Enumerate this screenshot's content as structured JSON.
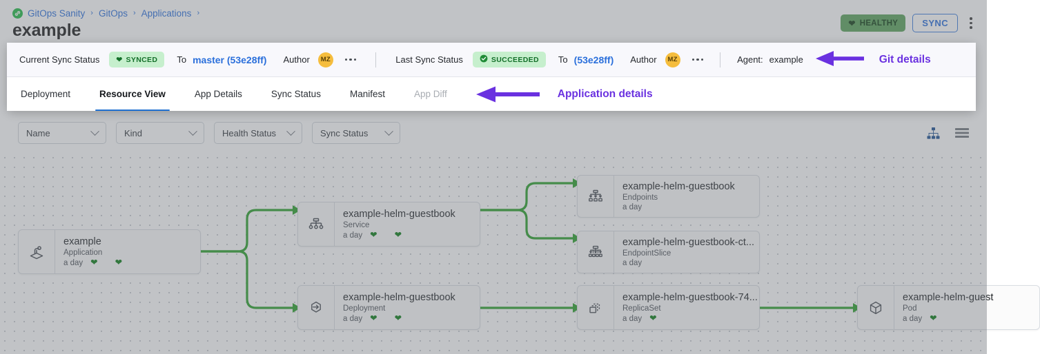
{
  "breadcrumb": {
    "logo_icon": "link-circle-icon",
    "items": [
      "GitOps Sanity",
      "GitOps",
      "Applications"
    ],
    "separator": "›",
    "trailing_separator": "›"
  },
  "page_title": "example",
  "top_actions": {
    "health_badge": {
      "label": "HEALTHY",
      "icon": "heart-icon",
      "bg": "#5ba35b",
      "fg": "#0d3b12"
    },
    "sync_button": {
      "label": "SYNC",
      "color": "#2a6fdb"
    },
    "menu_icon": "kebab-menu-icon"
  },
  "detail_card": {
    "summary": {
      "current_sync_status_label": "Current Sync Status",
      "current_sync_status_value": "SYNCED",
      "current_sync_status_icon": "heart-icon",
      "to_label_1": "To",
      "revision_1": "master (53e28ff)",
      "author_label_1": "Author",
      "author_initials_1": "MZ",
      "more_icon_1": "ellipsis-icon",
      "last_sync_status_label": "Last Sync Status",
      "last_sync_status_value": "SUCCEEDED",
      "last_sync_status_icon": "check-circle-icon",
      "to_label_2": "To",
      "revision_2": "(53e28ff)",
      "author_label_2": "Author",
      "author_initials_2": "MZ",
      "more_icon_2": "ellipsis-icon",
      "agent_label": "Agent:",
      "agent_value": "example",
      "annotation": "Git details"
    },
    "tabs": [
      {
        "label": "Deployment",
        "state": "normal"
      },
      {
        "label": "Resource View",
        "state": "active"
      },
      {
        "label": "App Details",
        "state": "normal"
      },
      {
        "label": "Sync Status",
        "state": "normal"
      },
      {
        "label": "Manifest",
        "state": "normal"
      },
      {
        "label": "App Diff",
        "state": "disabled"
      }
    ],
    "tabs_annotation": "Application details"
  },
  "filter_bar": {
    "filters": [
      {
        "label": "Name",
        "icon": "chevron-down-icon"
      },
      {
        "label": "Kind",
        "icon": "chevron-down-icon"
      },
      {
        "label": "Health Status",
        "icon": "chevron-down-icon"
      },
      {
        "label": "Sync Status",
        "icon": "chevron-down-icon"
      }
    ],
    "view_toggles": [
      {
        "name": "tree-view-icon",
        "active": true,
        "color": "#1b4f91"
      },
      {
        "name": "list-view-icon",
        "active": false,
        "color": "#73787f"
      }
    ]
  },
  "graph": {
    "edge_color": "#2aa02a",
    "nodes": [
      {
        "id": "application",
        "icon": "argo-application-icon",
        "title": "example",
        "kind": "Application",
        "age": "a day",
        "statuses": [
          "heart-icon",
          "heart-icon"
        ]
      },
      {
        "id": "service",
        "icon": "service-icon",
        "title": "example-helm-guestbook",
        "kind": "Service",
        "age": "a day",
        "statuses": [
          "heart-icon",
          "heart-icon"
        ]
      },
      {
        "id": "deployment",
        "icon": "deployment-icon",
        "title": "example-helm-guestbook",
        "kind": "Deployment",
        "age": "a day",
        "statuses": [
          "heart-icon",
          "heart-icon"
        ]
      },
      {
        "id": "endpoints",
        "icon": "endpoints-icon",
        "title": "example-helm-guestbook",
        "kind": "Endpoints",
        "age": "a day",
        "statuses": []
      },
      {
        "id": "endpointslice",
        "icon": "endpointslice-icon",
        "title": "example-helm-guestbook-ct...",
        "kind": "EndpointSlice",
        "age": "a day",
        "statuses": []
      },
      {
        "id": "replicaset",
        "icon": "replicaset-icon",
        "title": "example-helm-guestbook-74...",
        "kind": "ReplicaSet",
        "age": "a day",
        "statuses": [
          "heart-icon"
        ]
      },
      {
        "id": "pod",
        "icon": "pod-icon",
        "title": "example-helm-guest",
        "kind": "Pod",
        "age": "a day",
        "statuses": [
          "heart-icon"
        ]
      }
    ]
  },
  "colors": {
    "accent_blue": "#2a6fdb",
    "success_green": "#14702a",
    "edge_green": "#2aa02a",
    "annotation_purple": "#6a31e0",
    "overlay_gray": "rgba(108,112,118,0.42)"
  }
}
